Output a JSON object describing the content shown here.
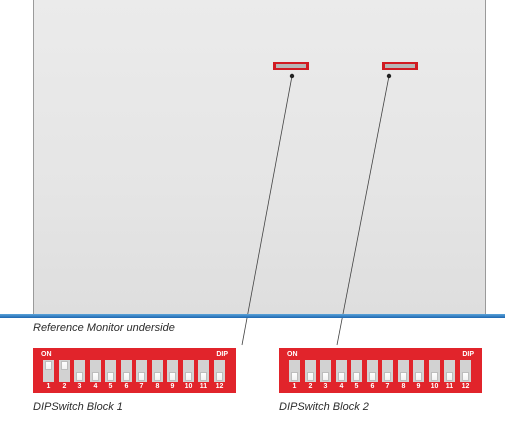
{
  "monitor_caption": "Reference Monitor underside",
  "colors": {
    "dip_red": "#e1242b",
    "connector_red": "#d11b22",
    "baseline_blue": "#1d66b0"
  },
  "blocks": [
    {
      "caption": "DIPSwitch Block 1",
      "on_label": "ON",
      "dip_label": "DIP",
      "switches": [
        {
          "n": "1",
          "state": "on"
        },
        {
          "n": "2",
          "state": "on"
        },
        {
          "n": "3",
          "state": "off"
        },
        {
          "n": "4",
          "state": "off"
        },
        {
          "n": "5",
          "state": "off"
        },
        {
          "n": "6",
          "state": "off"
        },
        {
          "n": "7",
          "state": "off"
        },
        {
          "n": "8",
          "state": "off"
        },
        {
          "n": "9",
          "state": "off"
        },
        {
          "n": "10",
          "state": "off"
        },
        {
          "n": "11",
          "state": "off"
        },
        {
          "n": "12",
          "state": "off"
        }
      ]
    },
    {
      "caption": "DIPSwitch Block 2",
      "on_label": "ON",
      "dip_label": "DIP",
      "switches": [
        {
          "n": "1",
          "state": "off"
        },
        {
          "n": "2",
          "state": "off"
        },
        {
          "n": "3",
          "state": "off"
        },
        {
          "n": "4",
          "state": "off"
        },
        {
          "n": "5",
          "state": "off"
        },
        {
          "n": "6",
          "state": "off"
        },
        {
          "n": "7",
          "state": "off"
        },
        {
          "n": "8",
          "state": "off"
        },
        {
          "n": "9",
          "state": "off"
        },
        {
          "n": "10",
          "state": "off"
        },
        {
          "n": "11",
          "state": "off"
        },
        {
          "n": "12",
          "state": "off"
        }
      ]
    }
  ]
}
